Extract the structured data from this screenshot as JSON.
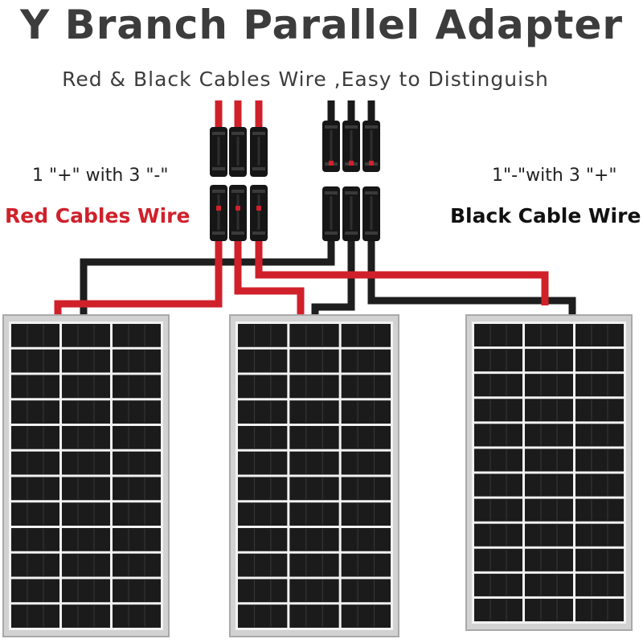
{
  "title": "Y Branch Parallel Adapter",
  "subtitle": "Red & Black Cables Wire ,Easy to Distinguish",
  "left": {
    "spec": "1 \"+\" with 3 \"-\"",
    "name": "Red Cables Wire"
  },
  "right": {
    "spec": "1\"-\"with 3 \"+\"",
    "name": "Black Cable Wire"
  },
  "colors": {
    "red_cable": "#d0212b",
    "black_cable": "#1a1a1a",
    "panel_cell": "#1b1b1b",
    "panel_frame": "#c8c8c8",
    "text": "#3c3c3c"
  }
}
